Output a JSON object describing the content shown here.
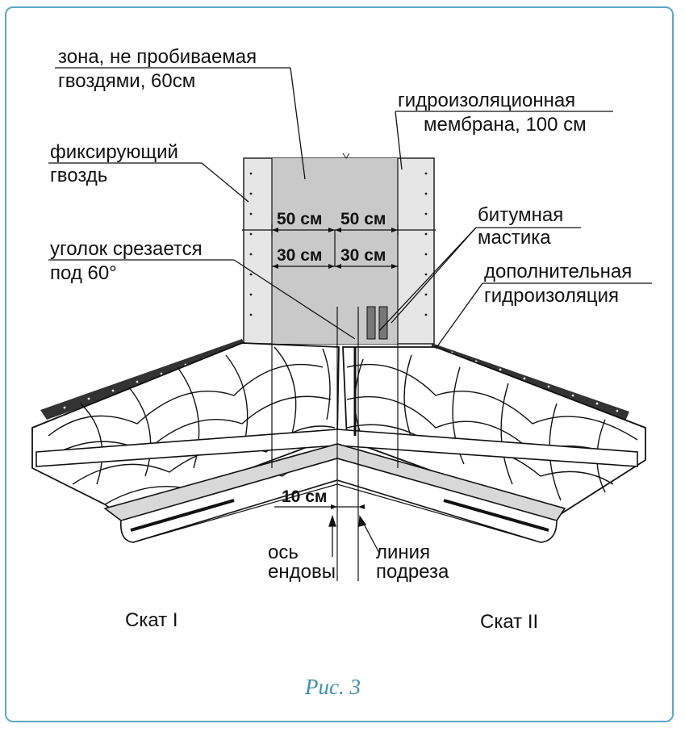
{
  "labels": {
    "zone_line1": "зона, не пробиваемая",
    "zone_line2": "гвоздями, 60см",
    "membrane_line1": "гидроизоляционная",
    "membrane_line2": "мембрана, 100 см",
    "nail_line1": "фиксирующий",
    "nail_line2": "гвоздь",
    "mastic_line1": "битумная",
    "mastic_line2": "мастика",
    "corner_line1": "уголок срезается",
    "corner_line2": "под 60°",
    "extra_line1": "дополнительная",
    "extra_line2": "гидроизоляция",
    "axis_line1": "ось",
    "axis_line2": "ендовы",
    "cutline_line1": "линия",
    "cutline_line2": "подреза",
    "slope1": "Скат I",
    "slope2": "Скат II"
  },
  "dimensions": {
    "left50": "50 см",
    "right50": "50 см",
    "left30": "30 см",
    "right30": "30 см",
    "offset10": "10 см"
  },
  "caption": "Рис. 3",
  "colors": {
    "frame": "#5aa6c6",
    "membrane_zone": "#c9c9c9",
    "membrane_edge": "#e6e6e6",
    "caption": "#3b8fb3"
  }
}
